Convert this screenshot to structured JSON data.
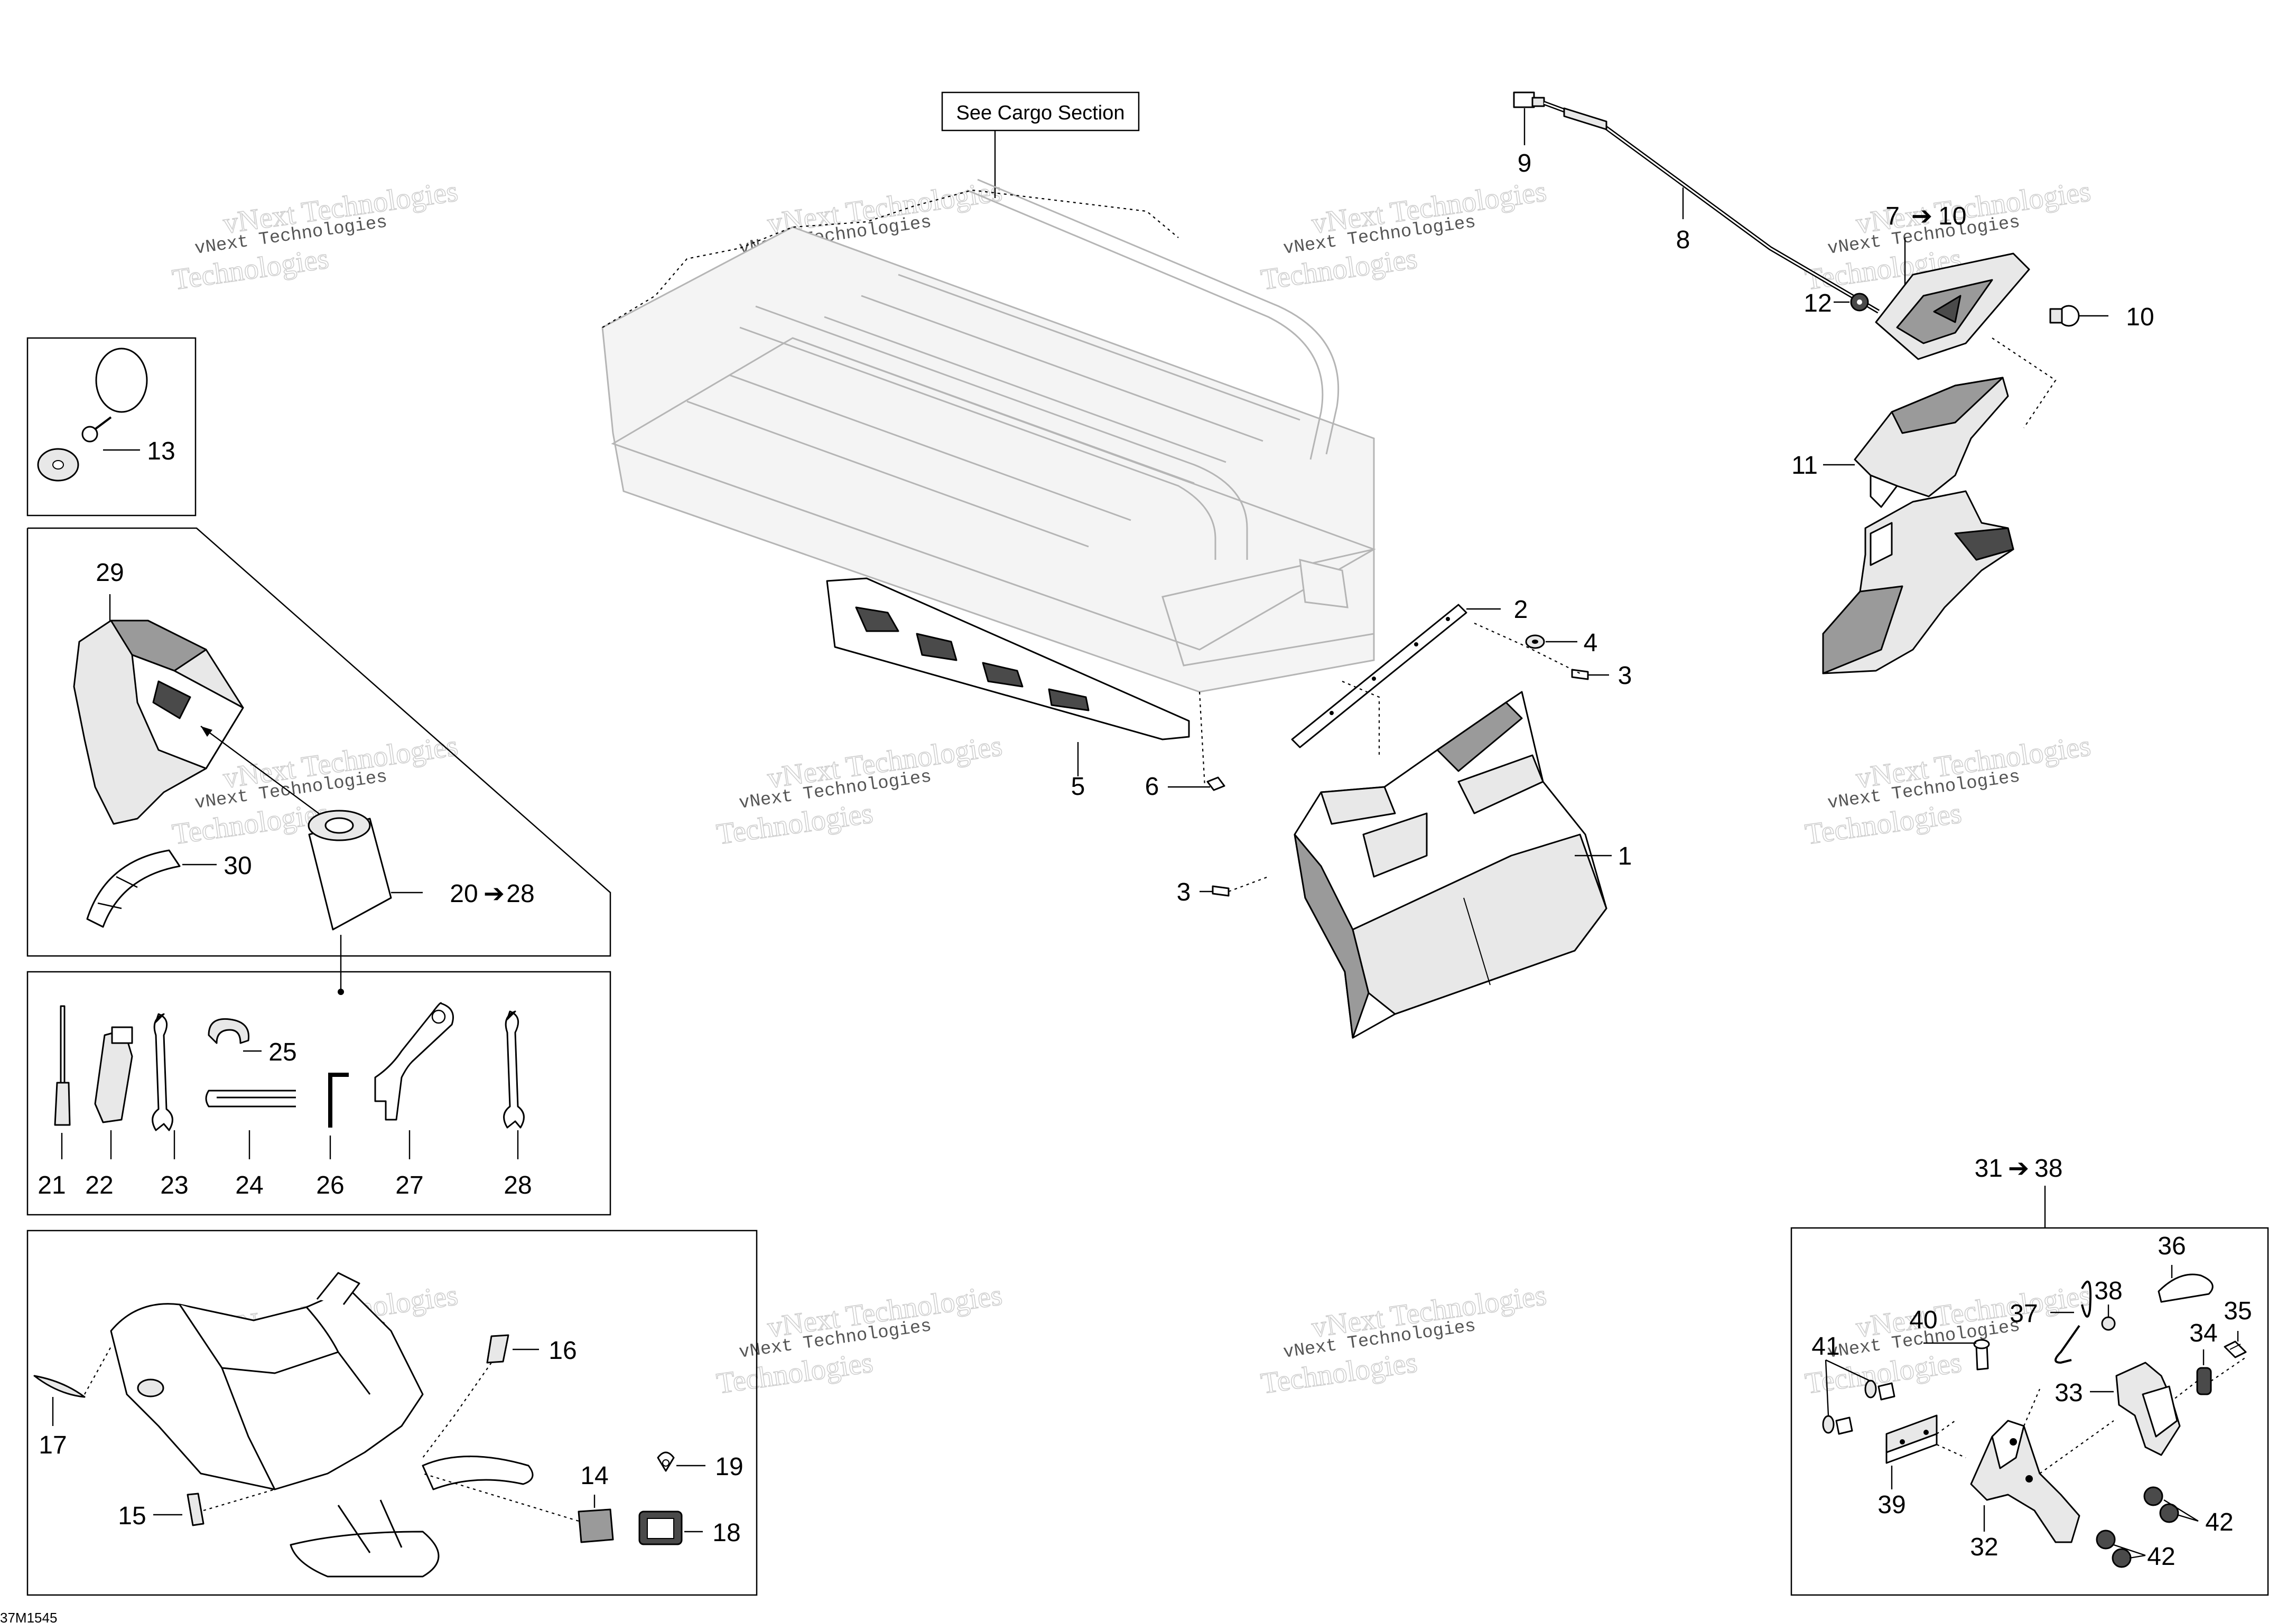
{
  "figure_code": "37M1545",
  "callout_box": "See Cargo Section",
  "watermark": {
    "line1": "vNext Technologies",
    "line2": "Technologies"
  },
  "labels": {
    "l1": "1",
    "l2": "2",
    "l3a": "3",
    "l3b": "3",
    "l4": "4",
    "l5": "5",
    "l6": "6",
    "l7": "7",
    "l8": "8",
    "l9": "9",
    "l10": "10",
    "l11": "11",
    "l12": "12",
    "l13": "13",
    "l14": "14",
    "l15": "15",
    "l16": "16",
    "l17": "17",
    "l18": "18",
    "l19": "19",
    "l20": "20",
    "l21": "21",
    "l22": "22",
    "l23": "23",
    "l24": "24",
    "l25": "25",
    "l26": "26",
    "l27": "27",
    "l28a": "28",
    "l28b": "28",
    "l29": "29",
    "l30": "30",
    "l31": "31",
    "l32": "32",
    "l33": "33",
    "l34": "34",
    "l35": "35",
    "l36": "36",
    "l37": "37",
    "l38a": "38",
    "l38b": "38",
    "l39": "39",
    "l40": "40",
    "l41": "41",
    "l42a": "42",
    "l42b": "42",
    "range_arrow": "➔"
  }
}
